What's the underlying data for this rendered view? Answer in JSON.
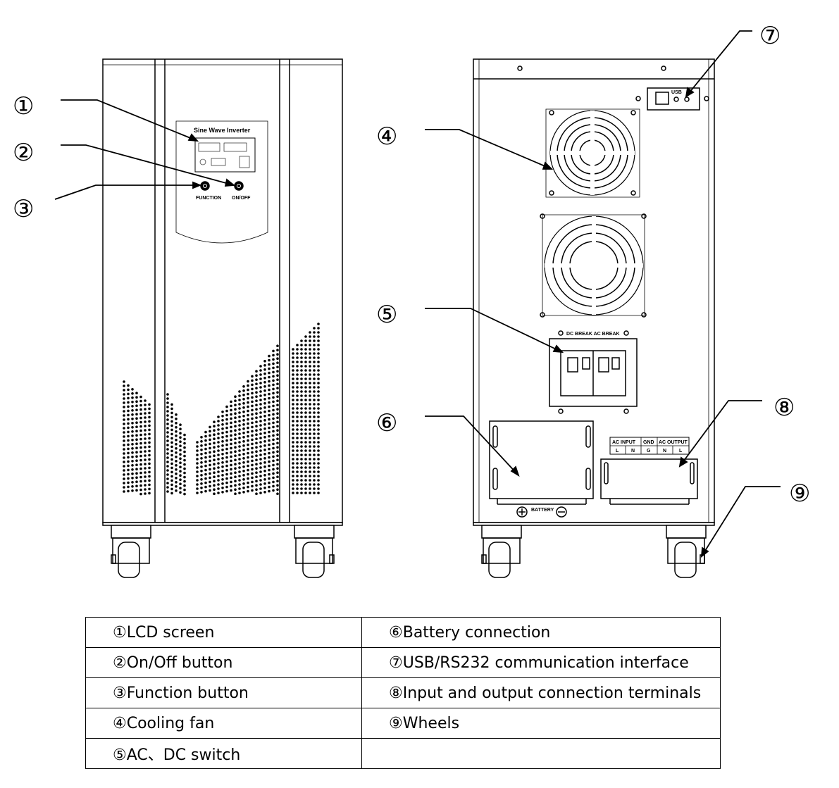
{
  "front": {
    "panel_title": "Sine Wave Inverter",
    "function_label": "FUNCTION",
    "onoff_label": "ON/OFF"
  },
  "rear": {
    "usb_label": "USB",
    "breaker_label": "DC BREAK  AC BREAK",
    "terminal_groups": [
      "AC INPUT",
      "GND",
      "AC OUTPUT"
    ],
    "terminal_pins": [
      "L",
      "N",
      "G",
      "N",
      "L"
    ],
    "battery_label": "BATTERY"
  },
  "callouts": [
    "①",
    "②",
    "③",
    "④",
    "⑤",
    "⑥",
    "⑦",
    "⑧",
    "⑨"
  ],
  "legend": {
    "rows": [
      [
        "①LCD screen",
        "⑥Battery connection"
      ],
      [
        "②On/Off button",
        "⑦USB/RS232 communication interface"
      ],
      [
        "③Function button",
        "⑧Input and output connection terminals"
      ],
      [
        "④Cooling fan",
        "⑨Wheels"
      ],
      [
        "⑤AC、DC switch",
        ""
      ]
    ]
  }
}
